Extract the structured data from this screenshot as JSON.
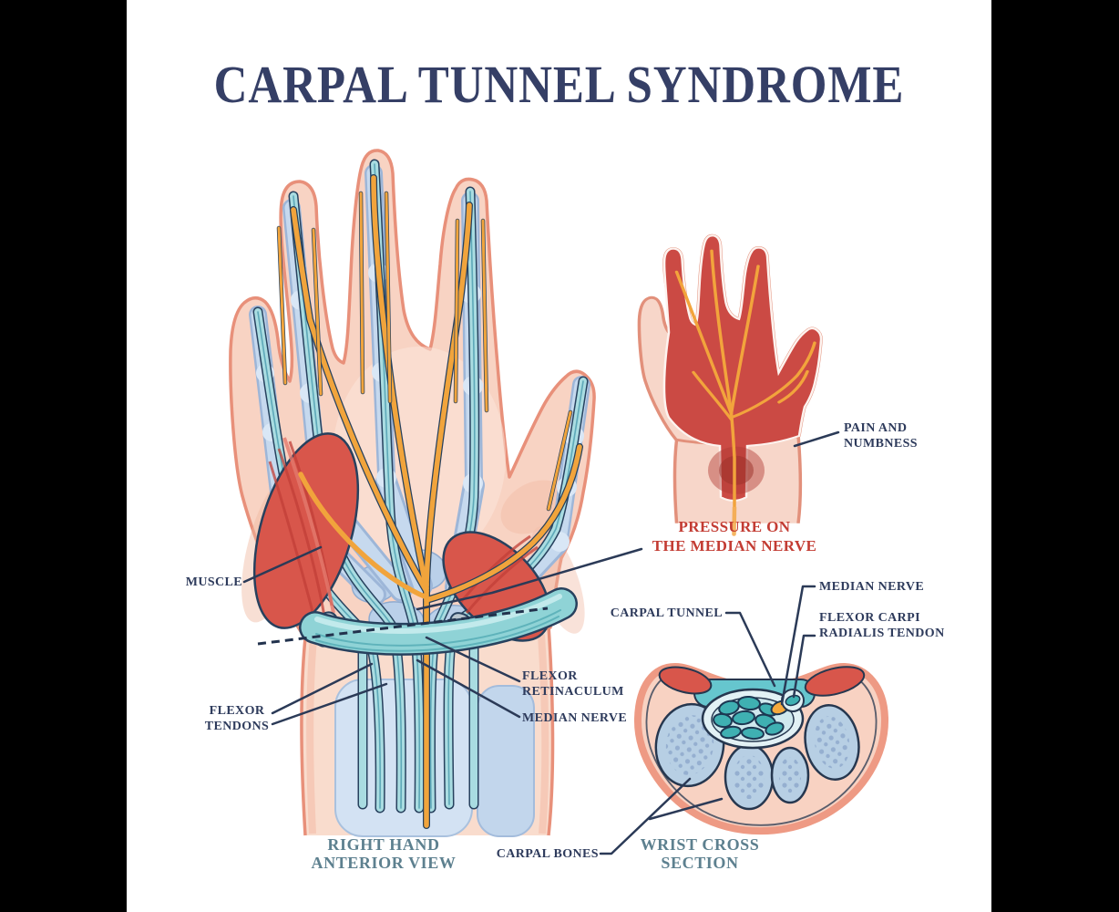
{
  "title": {
    "text": "CARPAL TUNNEL SYNDROME",
    "color": "#353f66"
  },
  "labels": {
    "muscle": {
      "text": "MUSCLE"
    },
    "flexor_tendons": {
      "line1": "FLEXOR",
      "line2": "TENDONS"
    },
    "flexor_retinaculum": {
      "line1": "FLEXOR",
      "line2": "RETINACULUM"
    },
    "median_nerve_hand": {
      "text": "MEDIAN NERVE"
    },
    "pressure_on_median_nerve": {
      "line1": "PRESSURE ON",
      "line2": "THE MEDIAN NERVE",
      "color": "#c33c33"
    },
    "pain_and_numbness": {
      "line1": "PAIN AND",
      "line2": "NUMBNESS"
    },
    "carpal_tunnel": {
      "text": "CARPAL TUNNEL"
    },
    "median_nerve_cross_section": {
      "text": "MEDIAN NERVE"
    },
    "flexor_carpi_radialis_tendon": {
      "line1": "FLEXOR CARPI",
      "line2": "RADIALIS TENDON"
    },
    "carpal_bones": {
      "text": "CARPAL BONES"
    }
  },
  "captions": {
    "right_hand": {
      "line1": "RIGHT HAND",
      "line2": "ANTERIOR VIEW"
    },
    "wrist_cross_section": {
      "line1": "WRIST CROSS",
      "line2": "SECTION"
    },
    "color": "#5d808f"
  },
  "colors": {
    "background": "#000000",
    "canvas": "#ffffff",
    "label_navy": "#2e3b5c",
    "leader_line": "#2b3a57",
    "accent_red_text": "#c33c33",
    "caption_slate": "#5d808f",
    "skin": "#f8d3c3",
    "skin_outline": "#e8907a",
    "bone_fill": "#c6d9ee",
    "bone_outline": "#9db6d8",
    "tendon_cyan": "#a9dce1",
    "nerve_orange": "#f1a43c",
    "muscle_red": "#d8564b",
    "retinaculum_teal": "#8fd3d6",
    "cross_section_tendon_teal": "#3fb0b2",
    "cross_section_ring_salmon": "#ee9a84",
    "outline_navy": "#27415e"
  }
}
